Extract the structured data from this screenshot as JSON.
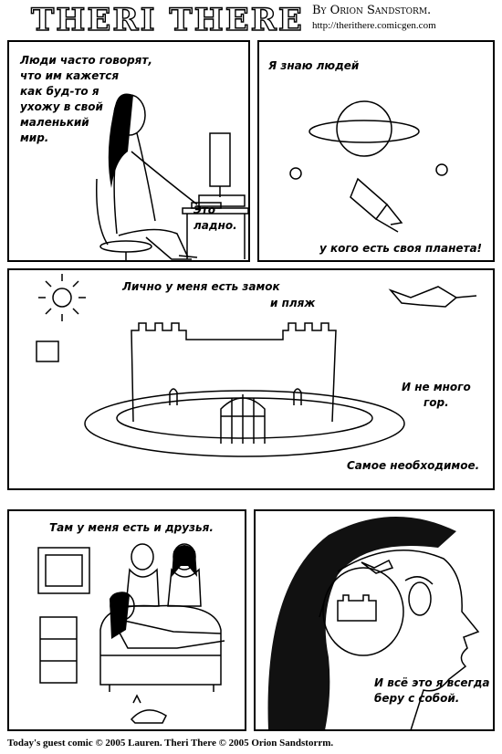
{
  "header": {
    "title": "THERI THERE",
    "byline": "By Orion Sandstorm.",
    "url": "http://therithere.comicgen.com"
  },
  "panels": {
    "p1": {
      "caption_1": [
        "Люди часто говорят,",
        "что им кажется",
        "как буд-то я",
        "ухожу в свой",
        "маленький",
        "мир."
      ],
      "caption_2": [
        "Это",
        "ладно."
      ]
    },
    "p2": {
      "caption_1": "Я знаю людей",
      "caption_2": "у кого есть своя планета!"
    },
    "p3": {
      "caption_1": "Лично у меня есть замок",
      "caption_2": "и пляж",
      "caption_3": [
        "И не много",
        "гор."
      ],
      "caption_4": "Самое необходимое."
    },
    "p4": {
      "caption_1": "Там у меня есть и друзья."
    },
    "p5": {
      "caption_1": [
        "И всё это я всегда",
        "беру с собой."
      ]
    }
  },
  "footer": {
    "credit": "Today's guest comic © 2005 Lauren. Theri There © 2005 Orion Sandstorrm."
  }
}
